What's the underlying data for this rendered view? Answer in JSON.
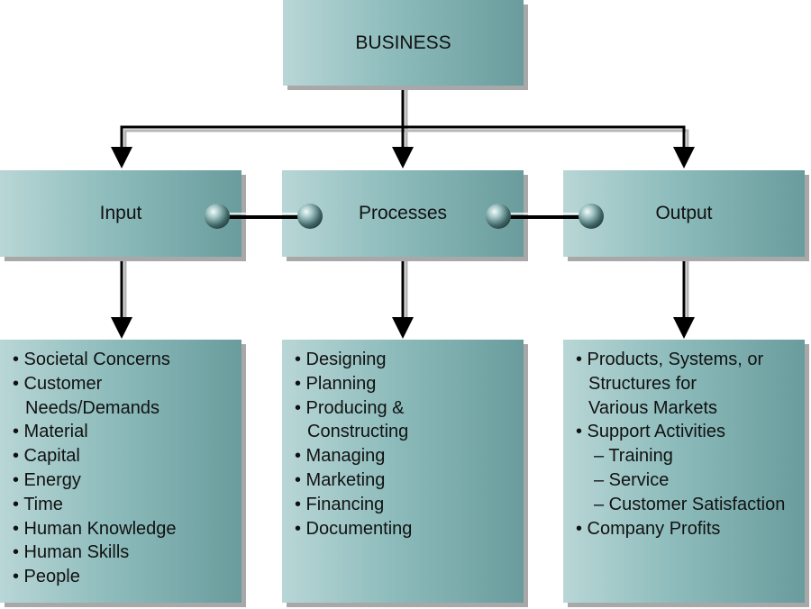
{
  "top": {
    "label": "BUSINESS"
  },
  "stages": [
    {
      "label": "Input"
    },
    {
      "label": "Processes"
    },
    {
      "label": "Output"
    }
  ],
  "lists": [
    {
      "items": [
        {
          "text": "• Societal Concerns",
          "kind": "bullet"
        },
        {
          "text": "• Customer",
          "kind": "bullet"
        },
        {
          "text": "Needs/Demands",
          "kind": "cont"
        },
        {
          "text": "• Material",
          "kind": "bullet"
        },
        {
          "text": "• Capital",
          "kind": "bullet"
        },
        {
          "text": "• Energy",
          "kind": "bullet"
        },
        {
          "text": "• Time",
          "kind": "bullet"
        },
        {
          "text": "• Human Knowledge",
          "kind": "bullet"
        },
        {
          "text": "• Human Skills",
          "kind": "bullet"
        },
        {
          "text": "• People",
          "kind": "bullet"
        }
      ]
    },
    {
      "items": [
        {
          "text": "• Designing",
          "kind": "bullet"
        },
        {
          "text": "• Planning",
          "kind": "bullet"
        },
        {
          "text": "• Producing &",
          "kind": "bullet"
        },
        {
          "text": "Constructing",
          "kind": "cont"
        },
        {
          "text": "• Managing",
          "kind": "bullet"
        },
        {
          "text": "• Marketing",
          "kind": "bullet"
        },
        {
          "text": "• Financing",
          "kind": "bullet"
        },
        {
          "text": "• Documenting",
          "kind": "bullet"
        }
      ]
    },
    {
      "items": [
        {
          "text": "• Products, Systems, or",
          "kind": "bullet"
        },
        {
          "text": "Structures for",
          "kind": "cont"
        },
        {
          "text": "Various Markets",
          "kind": "cont"
        },
        {
          "text": "• Support Activities",
          "kind": "bullet"
        },
        {
          "text": "– Training",
          "kind": "sub"
        },
        {
          "text": "– Service",
          "kind": "sub"
        },
        {
          "text": "– Customer Satisfaction",
          "kind": "sub"
        },
        {
          "text": "• Company Profits",
          "kind": "bullet"
        }
      ]
    }
  ],
  "colors": {
    "box_light": "#b9d6d6",
    "box_mid": "#8ebcbc",
    "box_dark": "#6a9c9d",
    "shadow": "#a8a8a8",
    "arrow": "#000000"
  }
}
